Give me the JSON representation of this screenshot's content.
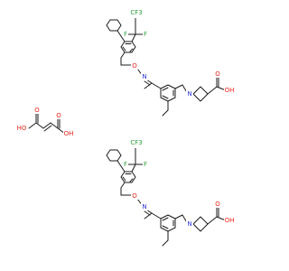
{
  "labels": {
    "cf3_top": "CF3",
    "f_top": "F",
    "f3_top": "F",
    "o_top": "O",
    "n_top": "N",
    "n_az_top": "N",
    "cooh_o_top": "O",
    "cooh_oh_top": "OH",
    "fum_ho_left": "HO",
    "fum_o_left": "O",
    "fum_o_right": "O",
    "fum_oh_right": "OH",
    "f_bot": "F",
    "f3_bot": "F",
    "o_bot": "O",
    "n_bot": "N",
    "n_az_bot": "N",
    "cooh_o_bot": "O",
    "cooh_oh_bot": "OH"
  },
  "colors": {
    "bond": "#1a1a1a",
    "oxygen": "#e8261c",
    "nitrogen": "#2a33d8",
    "fluorine": "#2e9e3a",
    "background": "#ffffff"
  }
}
